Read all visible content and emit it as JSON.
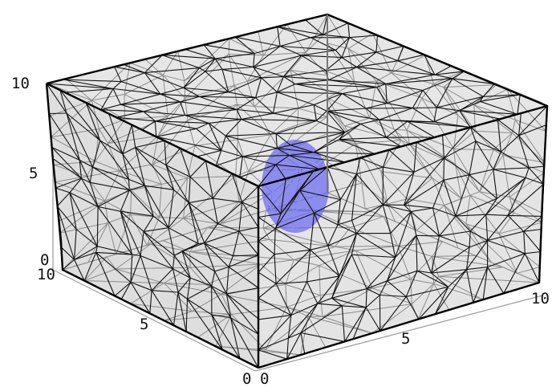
{
  "figure": {
    "mesh_color": "#111111",
    "hidden_mesh_color": "#8c8c8c",
    "face_fill": "#e2e2e2",
    "top_fill": "#e6e6e6",
    "inclusion_color": "#6a6af0",
    "axis_color": "#9a9a9a"
  },
  "axes": {
    "z_ticks": [
      "10",
      "5",
      "0"
    ],
    "y_ticks": [
      "10",
      "5",
      "0"
    ],
    "x_ticks": [
      "0",
      "5",
      "10"
    ]
  }
}
